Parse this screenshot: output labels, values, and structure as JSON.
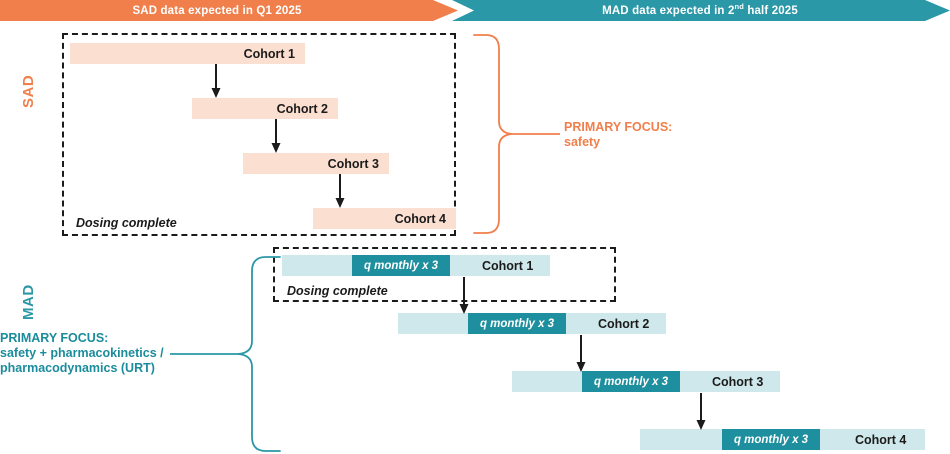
{
  "banners": {
    "sad": {
      "text_before_sup": "SAD data expected in Q1 2025",
      "full": "SAD data expected in Q1 2025"
    },
    "mad": {
      "prefix": "MAD data expected in 2",
      "sup": "nd",
      "suffix": " half 2025"
    }
  },
  "phases": {
    "sad": {
      "label": "SAD",
      "color": "#f07f4b"
    },
    "mad": {
      "label": "MAD",
      "color": "#2a98a6"
    }
  },
  "sad_section": {
    "dosing_note": "Dosing complete",
    "cohorts": [
      {
        "label": "Cohort 1"
      },
      {
        "label": "Cohort 2"
      },
      {
        "label": "Cohort 3"
      },
      {
        "label": "Cohort 4"
      }
    ]
  },
  "mad_section": {
    "dosing_note": "Dosing complete",
    "dose_segment_label": "q monthly x 3",
    "cohorts": [
      {
        "label": "Cohort 1",
        "dose": "q monthly x 3"
      },
      {
        "label": "Cohort 2",
        "dose": "q monthly x 3"
      },
      {
        "label": "Cohort 3",
        "dose": "q monthly x 3"
      },
      {
        "label": "Cohort 4",
        "dose": "q monthly x 3"
      }
    ]
  },
  "focus": {
    "sad": {
      "line1": "PRIMARY FOCUS:",
      "line2": "safety",
      "color": "#f07f4b"
    },
    "mad": {
      "line1": "PRIMARY FOCUS:",
      "line2": "safety + pharmacokinetics /",
      "line3": "pharmacodynamics (URT)",
      "color": "#1b8c9c"
    }
  },
  "colors": {
    "orange_banner": "#f07f4b",
    "teal_banner": "#2a98a6",
    "sad_bar": "#fbdfd1",
    "mad_bar": "#cfe8ec",
    "mad_dose_segment": "#1e8f9e",
    "text_dark": "#1b1b1b"
  }
}
